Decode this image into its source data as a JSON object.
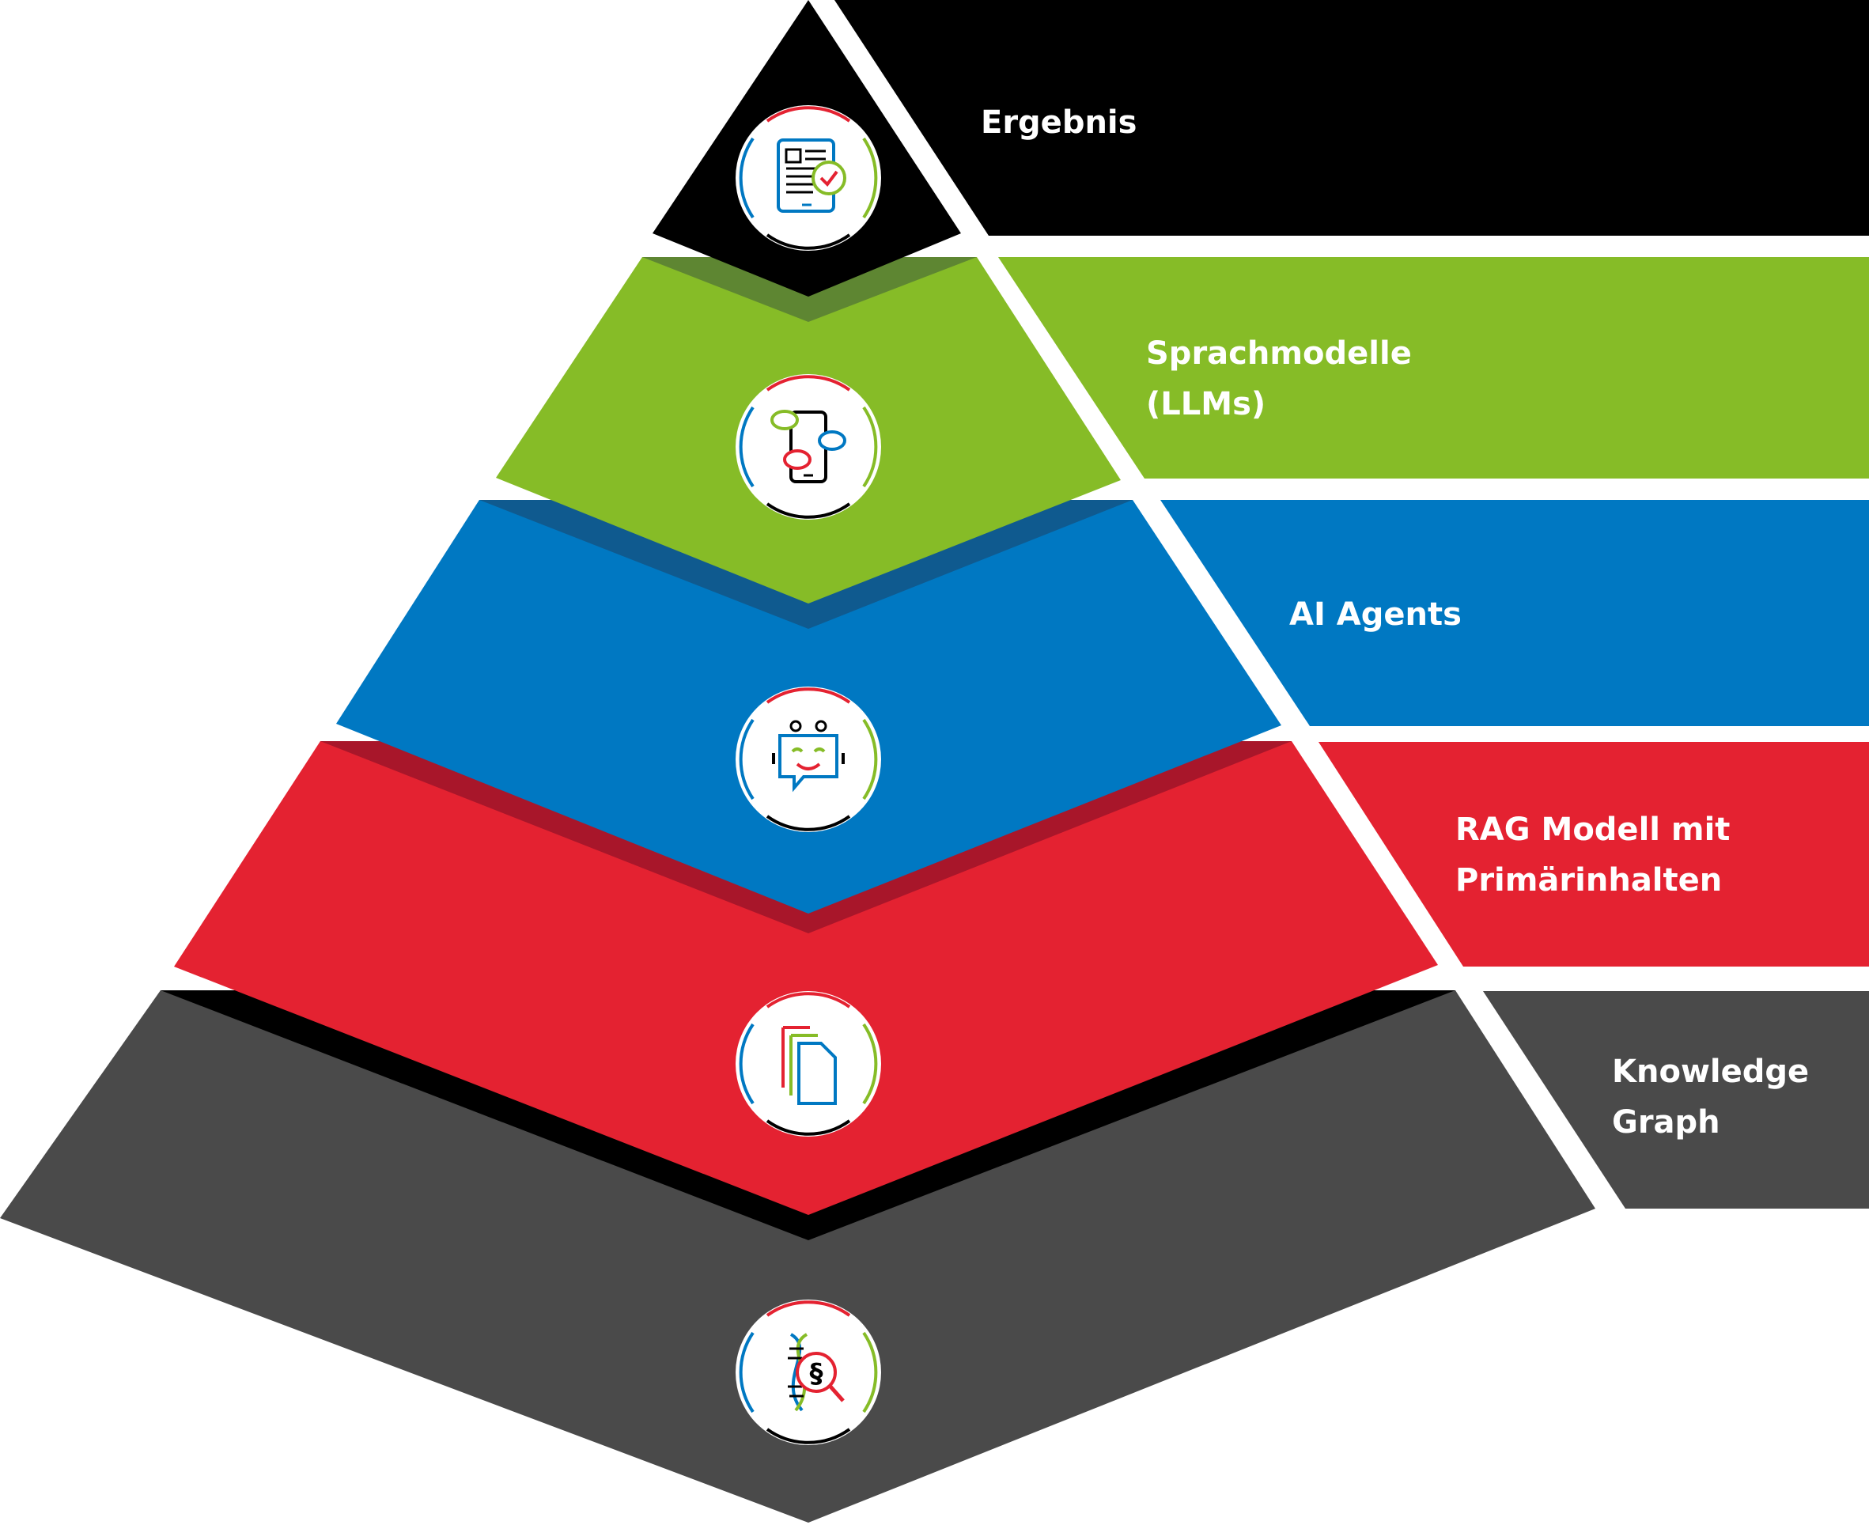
{
  "colors": {
    "ergebnis": "#000000",
    "llm": "#86BC27",
    "llm_shadow": "#5E8632",
    "agents": "#0078C2",
    "agents_shadow": "#0F5A8F",
    "rag": "#E42231",
    "rag_shadow": "#A8162A",
    "kg": "#4A4A4A",
    "kg_shadow": "#000000",
    "ring_red": "#E42231",
    "ring_green": "#86BC27",
    "ring_blue": "#0078C2",
    "ring_black": "#000000"
  },
  "layers": [
    {
      "id": "ergebnis",
      "icon": "document-check-icon",
      "label_lines": [
        "Ergebnis"
      ]
    },
    {
      "id": "llm",
      "icon": "chat-phone-icon",
      "label_lines": [
        "Sprachmodelle",
        "(LLMs)"
      ]
    },
    {
      "id": "agents",
      "icon": "robot-chat-icon",
      "label_lines": [
        "AI Agents"
      ]
    },
    {
      "id": "rag",
      "icon": "documents-icon",
      "label_lines": [
        "RAG Modell mit",
        "Primärinhalten"
      ]
    },
    {
      "id": "kg",
      "icon": "dna-paragraph-search-icon",
      "label_lines": [
        "Knowledge",
        "Graph"
      ]
    }
  ]
}
